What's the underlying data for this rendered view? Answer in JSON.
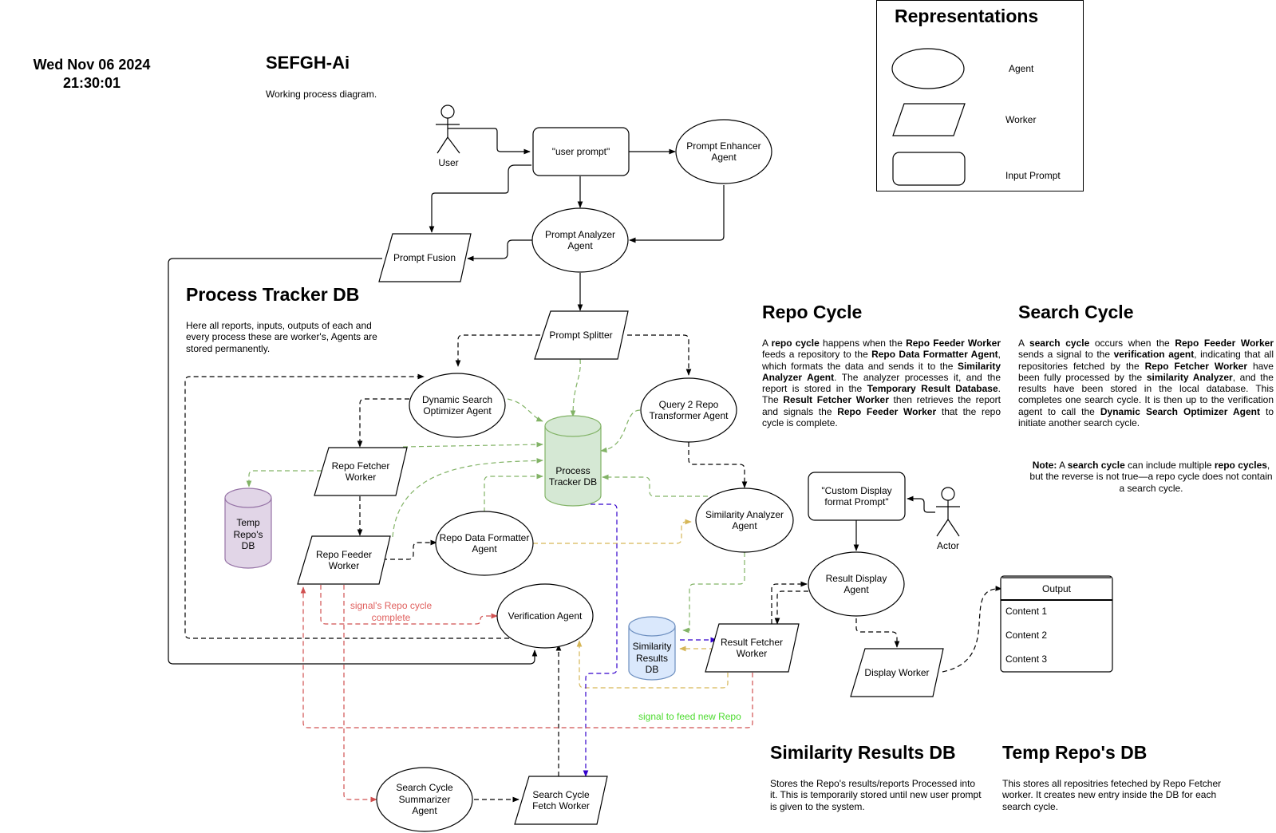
{
  "header": {
    "date_line1": "Wed Nov 06 2024",
    "date_line2": "21:30:01",
    "title": "SEFGH-Ai",
    "subtitle": "Working process diagram."
  },
  "legend": {
    "title": "Representations",
    "agent": "Agent",
    "worker": "Worker",
    "input_prompt": "Input Prompt"
  },
  "nodes": {
    "user": "User",
    "user_prompt": "\"user prompt\"",
    "prompt_enhancer_1": "Prompt Enhancer",
    "prompt_enhancer_2": "Agent",
    "prompt_analyzer_1": "Prompt Analyzer",
    "prompt_analyzer_2": "Agent",
    "prompt_fusion": "Prompt Fusion",
    "prompt_splitter": "Prompt Splitter",
    "dso_1": "Dynamic Search",
    "dso_2": "Optimizer Agent",
    "q2r_1": "Query 2 Repo",
    "q2r_2": "Transformer Agent",
    "ptdb_1": "Process",
    "ptdb_2": "Tracker DB",
    "repo_fetcher_1": "Repo Fetcher",
    "repo_fetcher_2": "Worker",
    "temp_db_1": "Temp",
    "temp_db_2": "Repo's",
    "temp_db_3": "DB",
    "repo_feeder_1": "Repo Feeder",
    "repo_feeder_2": "Worker",
    "rdf_1": "Repo Data Formatter",
    "rdf_2": "Agent",
    "similarity_1": "Similarity Analyzer",
    "similarity_2": "Agent",
    "verification": "Verification Agent",
    "sim_db_1": "Similarity",
    "sim_db_2": "Results",
    "sim_db_3": "DB",
    "result_fetcher_1": "Result Fetcher",
    "result_fetcher_2": "Worker",
    "custom_prompt_1": "\"Custom Display",
    "custom_prompt_2": "format Prompt\"",
    "actor": "Actor",
    "result_display_1": "Result Display",
    "result_display_2": "Agent",
    "display_worker": "Display Worker",
    "scs_1": "Search Cycle",
    "scs_2": "Summarizer",
    "scs_3": "Agent",
    "scf_1": "Search Cycle",
    "scf_2": "Fetch Worker"
  },
  "output_table": {
    "header": "Output",
    "rows": [
      "Content 1",
      "Content 2",
      "Content 3"
    ]
  },
  "edge_labels": {
    "signal_repo_1": "signal's Repo cycle",
    "signal_repo_2": "complete",
    "signal_feed": "signal to feed new Repo"
  },
  "sections": {
    "process_tracker": {
      "title": "Process Tracker DB",
      "l1": "Here all reports, inputs, outputs of each and",
      "l2": "every process these are worker's, Agents are",
      "l3": "stored permanently."
    },
    "repo_cycle": {
      "title": "Repo Cycle",
      "p": [
        {
          "t": "A "
        },
        {
          "t": "repo cycle",
          "b": true
        },
        {
          "t": " happens when the "
        },
        {
          "t": "Repo Feeder Worker",
          "b": true
        },
        {
          "t": " feeds a repository to the "
        },
        {
          "t": "Repo Data Formatter Agent",
          "b": true
        },
        {
          "t": ", which formats the data and sends it to the "
        },
        {
          "t": "Similarity Analyzer Agent",
          "b": true
        },
        {
          "t": ". The analyzer processes it, and the report is stored in the "
        },
        {
          "t": "Temporary Result Database",
          "b": true
        },
        {
          "t": ". The "
        },
        {
          "t": "Result Fetcher Worker",
          "b": true
        },
        {
          "t": " then retrieves the report and signals the "
        },
        {
          "t": "Repo Feeder Worker",
          "b": true
        },
        {
          "t": " that the repo cycle is complete."
        }
      ]
    },
    "search_cycle": {
      "title": "Search Cycle",
      "p": [
        {
          "t": "A "
        },
        {
          "t": "search cycle",
          "b": true
        },
        {
          "t": " occurs when the "
        },
        {
          "t": "Repo Feeder Worker",
          "b": true
        },
        {
          "t": " sends a signal to the "
        },
        {
          "t": "verification agent",
          "b": true
        },
        {
          "t": ", indicating that all repositories fetched by the "
        },
        {
          "t": "Repo Fetcher Worker",
          "b": true
        },
        {
          "t": " have been fully processed by the "
        },
        {
          "t": "similarity Analyzer",
          "b": true
        },
        {
          "t": ", and the results have been stored in the local database. This completes one search cycle. It is then up to the verification agent to call the "
        },
        {
          "t": "Dynamic Search Optimizer Agent",
          "b": true
        },
        {
          "t": " to initiate another search cycle."
        }
      ],
      "note": [
        {
          "t": "Note:",
          "b": true
        },
        {
          "t": " A "
        },
        {
          "t": "search cycle",
          "b": true
        },
        {
          "t": " can include multiple "
        },
        {
          "t": "repo cycles",
          "b": true
        },
        {
          "t": ", but the reverse is not true—a repo cycle does not contain a search cycle."
        }
      ]
    },
    "similarity_db": {
      "title": "Similarity Results DB",
      "l1": "Stores the Repo's results/reports Processed into",
      "l2": "it. This is temporarily stored until new user prompt",
      "l3": "is given to the system."
    },
    "temp_db": {
      "title": "Temp Repo's DB",
      "l1": "This stores all repositries feteched by Repo Fetcher",
      "l2": "worker. It creates new entry inside the DB for each",
      "l3": "search cycle."
    }
  },
  "colors": {
    "black": "#000000",
    "green_edge": "#82b366",
    "gold_edge": "#d6b656",
    "blue_edge": "#3300cc",
    "red_edge": "#d05050",
    "green_db_fill": "#d5e8d4",
    "purple_db_fill": "#e1d5e7",
    "purple_db_stroke": "#9673a6",
    "blue_db_fill": "#dae8fc",
    "blue_db_stroke": "#6c8ebf"
  }
}
